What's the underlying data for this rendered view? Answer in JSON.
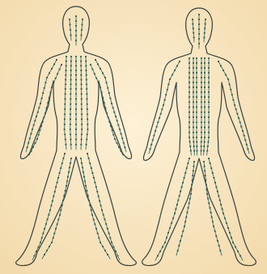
{
  "image": {
    "kind": "acupuncture-meridian-chart",
    "views": [
      "front",
      "back"
    ]
  },
  "colors": {
    "paper": "#fbecc9",
    "paper_edge": "#f3dcae",
    "outline": "#33413f",
    "meridian": "#3d6f68",
    "point": "#2f5e58"
  }
}
